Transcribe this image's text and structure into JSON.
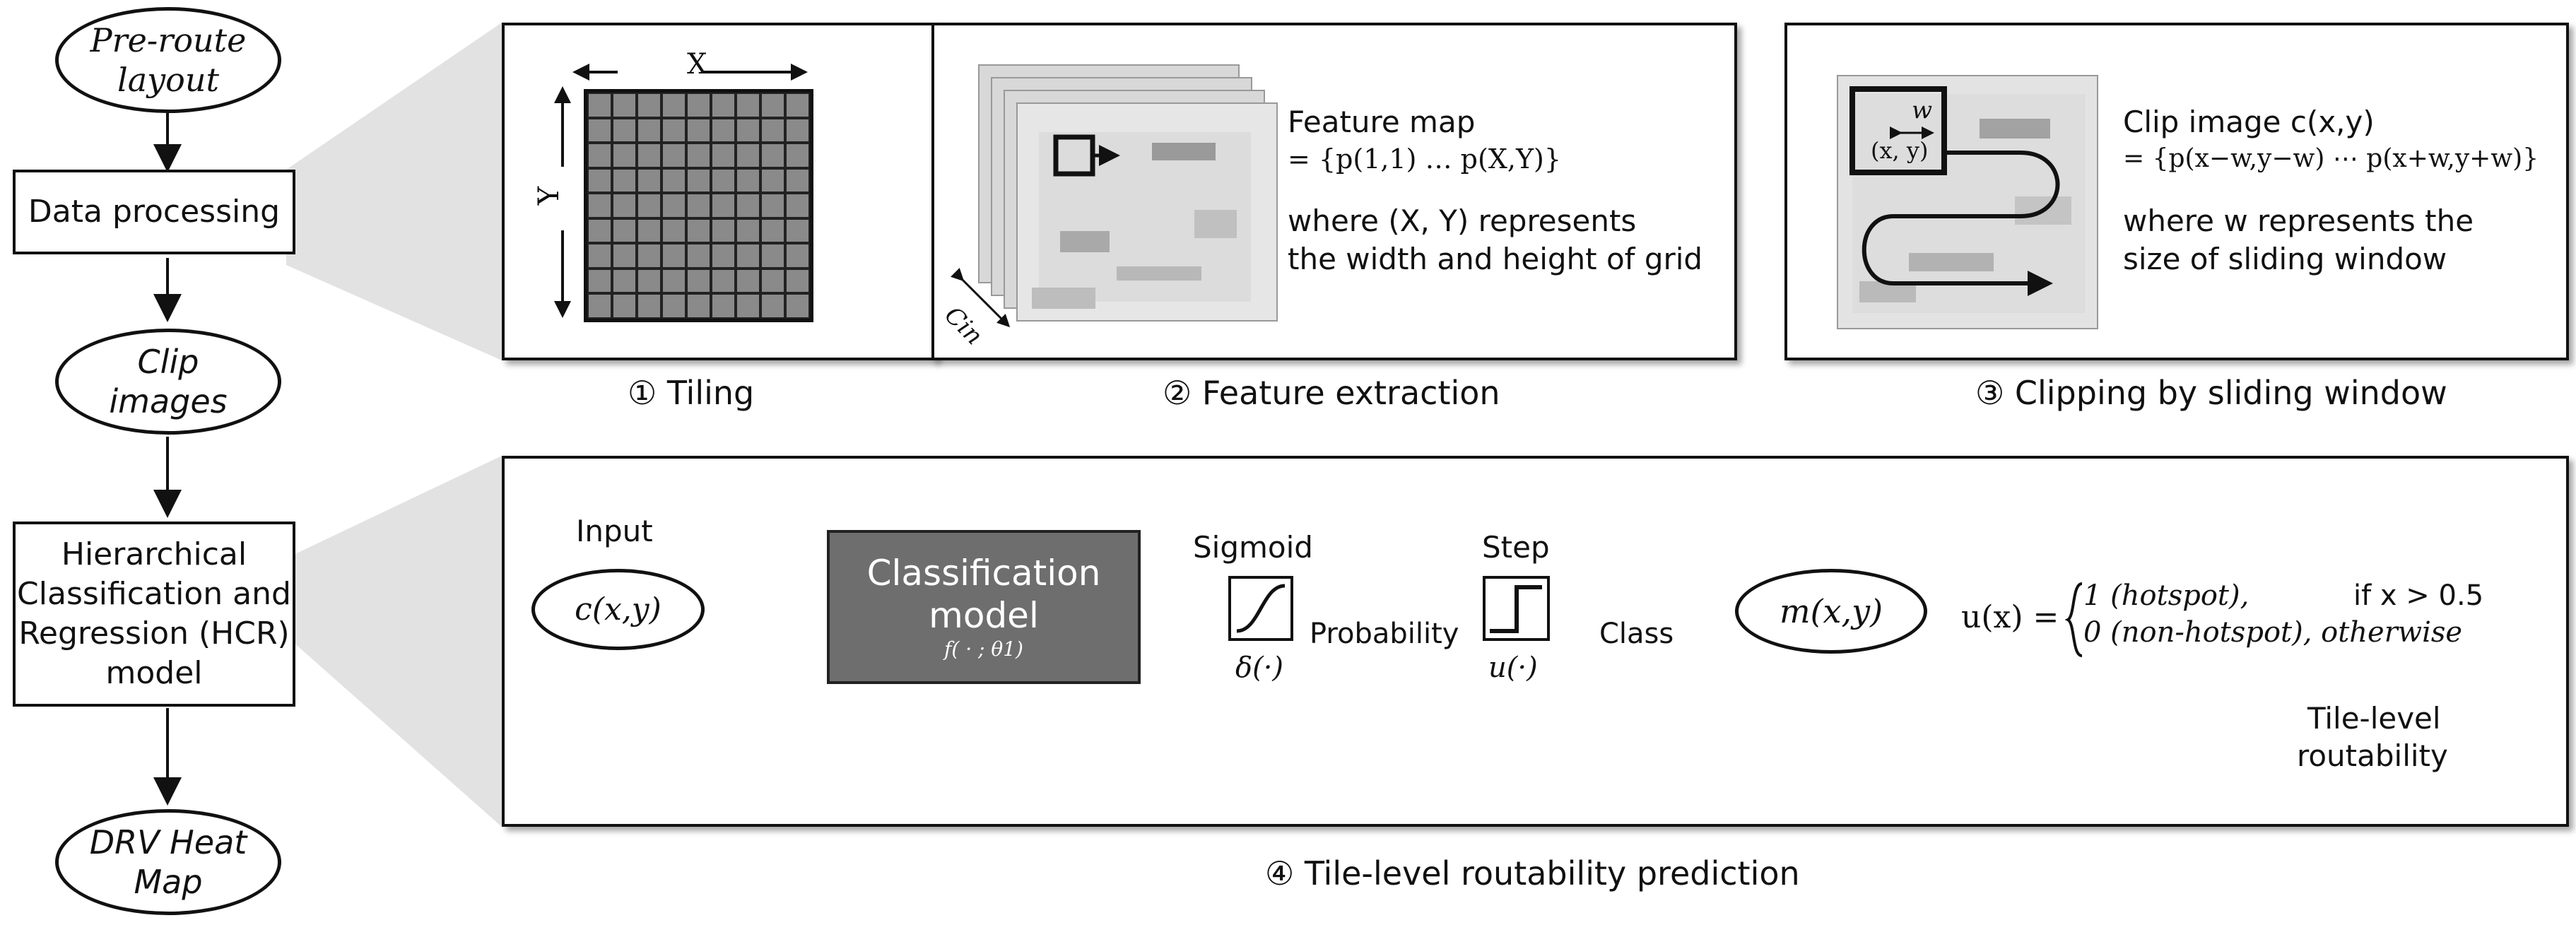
{
  "flowchart": {
    "preroute": [
      "Pre-route",
      "layout"
    ],
    "data_processing": "Data processing",
    "clip_images": [
      "Clip",
      "images"
    ],
    "hcr": [
      "Hierarchical",
      "Classification and",
      "Regression (HCR)",
      "model"
    ],
    "drv": [
      "DRV Heat",
      "Map"
    ]
  },
  "panel1": {
    "caption": "① Tiling",
    "x_label": "X",
    "y_label": "Y"
  },
  "panel2": {
    "caption": "② Feature extraction",
    "title": "Feature map",
    "formula": "= {p(1,1) … p(X,Y)}",
    "desc1": "where (X, Y) represents",
    "desc2": "the width and height of grid",
    "cin": "Cin"
  },
  "panel3": {
    "caption": "③ Clipping by sliding window",
    "title": "Clip image c(x,y)",
    "formula": "= {p(x−w,y−w) ⋯ p(x+w,y+w)}",
    "desc1": "where w represents the",
    "desc2": "size of sliding window",
    "w_label": "w",
    "xy_label": "(x, y)"
  },
  "panel4": {
    "caption": "④ Tile-level routability prediction",
    "input_label": "Input",
    "input_node": "c(x,y)",
    "model_line1": "Classification",
    "model_line2": "model",
    "model_func": "f( · ; θ1)",
    "sigmoid_label": "Sigmoid",
    "sigmoid_func": "δ(·)",
    "probability_label": "Probability",
    "step_label": "Step",
    "step_func": "u(·)",
    "class_label": "Class",
    "output_node": "m(x,y)",
    "eq_lhs": "u(x) =",
    "eq_case1": "1  (hotspot),",
    "eq_cond1": "if x > 0.5",
    "eq_case2": "0  (non-hotspot), otherwise",
    "tile_level1": "Tile-level",
    "tile_level2": "routability"
  }
}
